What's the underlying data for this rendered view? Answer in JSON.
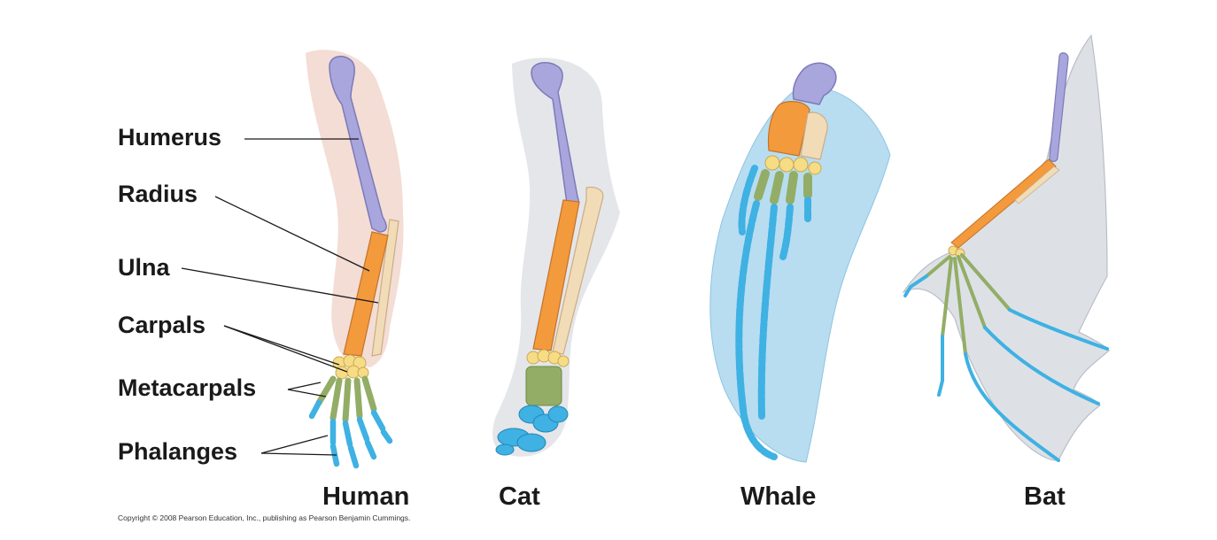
{
  "bone_labels": {
    "humerus": "Humerus",
    "radius": "Radius",
    "ulna": "Ulna",
    "carpals": "Carpals",
    "metacarpals": "Metacarpals",
    "phalanges": "Phalanges"
  },
  "species": {
    "human": "Human",
    "cat": "Cat",
    "whale": "Whale",
    "bat": "Bat"
  },
  "copyright": "Copyright © 2008 Pearson Education, Inc., publishing as Pearson Benjamin Cummings.",
  "colors": {
    "humerus": "#a9a6dd",
    "radius": "#f39a3c",
    "ulna": "#f2dcb8",
    "carpals": "#f7dc86",
    "metacarpals": "#93ad66",
    "phalanges": "#3fb1e3",
    "human_skin": "#efd2c7",
    "cat_fur": "#e4e6ea",
    "whale_flipper": "#b8ddf0",
    "bat_membrane": "#dde1e6"
  }
}
